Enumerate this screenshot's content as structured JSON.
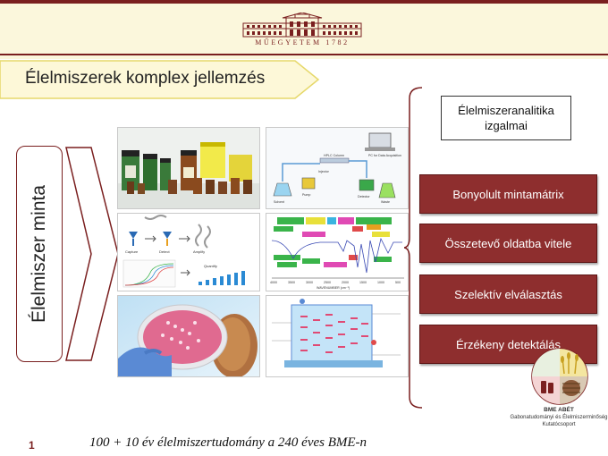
{
  "header": {
    "logo_caption": "MŰEGYETEM 1782"
  },
  "title": "Élelmiszerek komplex jellemzés",
  "sample_label": "Élelmiszer minta",
  "challenge_title": "Élelmiszeranalitika izgalmai",
  "challenges": [
    "Bonyolult mintamátrix",
    "Összetevő oldatba vitele",
    "Szelektív elválasztás",
    "Érzékeny detektálás"
  ],
  "footer": {
    "page_number": "1",
    "text": "100 + 10 év élelmiszertudomány a 240 éves BME-n"
  },
  "org": {
    "name": "BME ABÉT",
    "subtitle": "Gabonatudományi és Élelmiszerminőség Kutatócsoport"
  },
  "images": {
    "ir_wavenumbers": [
      "4000",
      "3500",
      "3000",
      "2500",
      "2000",
      "1500",
      "1000",
      "500"
    ],
    "ir_axis_label": "WAVENUMBER (cm⁻¹)",
    "pcr_labels": [
      "Capture",
      "Detect",
      "Amplify",
      "Quantify"
    ],
    "hplc_labels": [
      "HPLC Column",
      "Injector",
      "Solvent",
      "Pump",
      "Detector",
      "Waste",
      "PC for Data Acquisition"
    ]
  },
  "colors": {
    "accent": "#7a1f1f",
    "box": "#8e2e2e",
    "header_bg": "#fbf7dc",
    "banner": "#fdf8d8"
  }
}
